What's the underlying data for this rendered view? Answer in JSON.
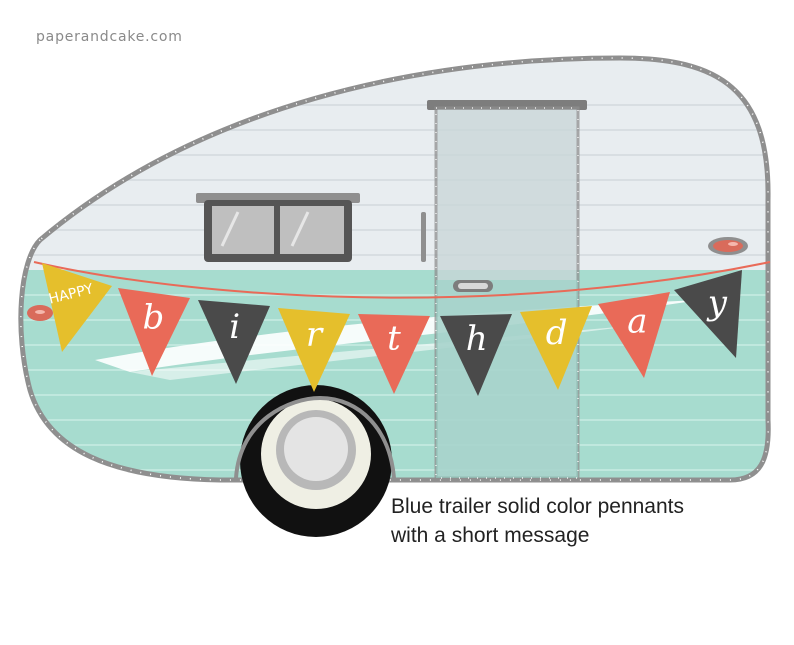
{
  "brand": "paperandcake.com",
  "caption": {
    "line1": "Blue trailer solid color pennants",
    "line2": "with a short message"
  },
  "banner": {
    "first_pennant_text": "HAPPY",
    "letters": [
      "b",
      "i",
      "r",
      "t",
      "h",
      "d",
      "a",
      "y"
    ],
    "pennant_colors": [
      "#e5bf2c",
      "#e96a58",
      "#4a4a4a",
      "#e5bf2c",
      "#e96a58",
      "#4a4a4a",
      "#e5bf2c",
      "#e96a58",
      "#4a4a4a"
    ],
    "string_color": "#e96a58"
  },
  "colors": {
    "trailer_top": "#e8edf0",
    "trailer_bottom": "#a7dccf",
    "trim": "#8f8f8f",
    "tire": "#111111"
  },
  "icons": [
    "trailer-illustration",
    "window-icon",
    "door-icon",
    "wheel-icon",
    "tail-light-icon"
  ]
}
